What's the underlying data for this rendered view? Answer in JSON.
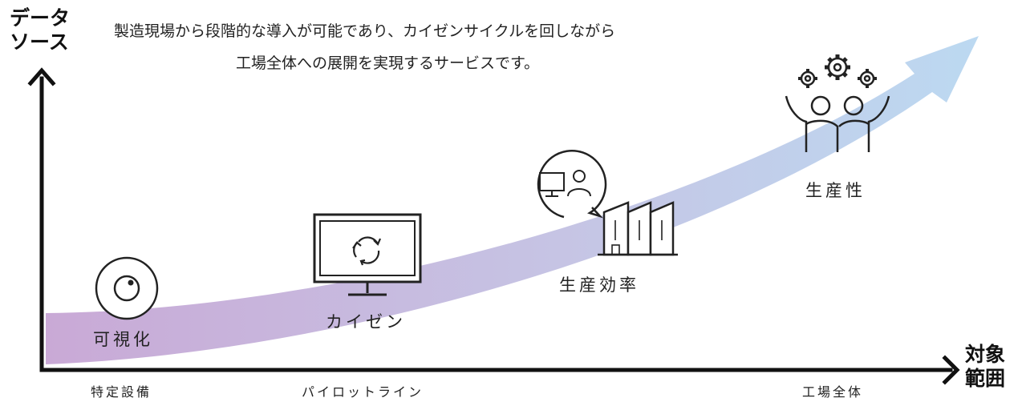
{
  "intro": {
    "line1": "製造現場から段階的な導入が可能であり、カイゼンサイクルを回しながら",
    "line2": "工場全体への展開を実現するサービスです。"
  },
  "axes": {
    "y_title_line1": "データ",
    "y_title_line2": "ソース",
    "x_title_line1": "対象",
    "x_title_line2": "範囲"
  },
  "stages": [
    {
      "label": "可視化",
      "icon": "eye-icon"
    },
    {
      "label": "カイゼン",
      "icon": "monitor-cycle-icon"
    },
    {
      "label": "生産効率",
      "icon": "factory-remote-monitoring-icon"
    },
    {
      "label": "生産性",
      "icon": "people-gears-icon"
    }
  ],
  "scopes": [
    "特定設備",
    "パイロットライン",
    "工場全体"
  ],
  "colors": {
    "axis": "#111111",
    "arrow_start": "#c9a9d6",
    "arrow_end": "#bcd9f1",
    "icon_stroke": "#222222"
  }
}
